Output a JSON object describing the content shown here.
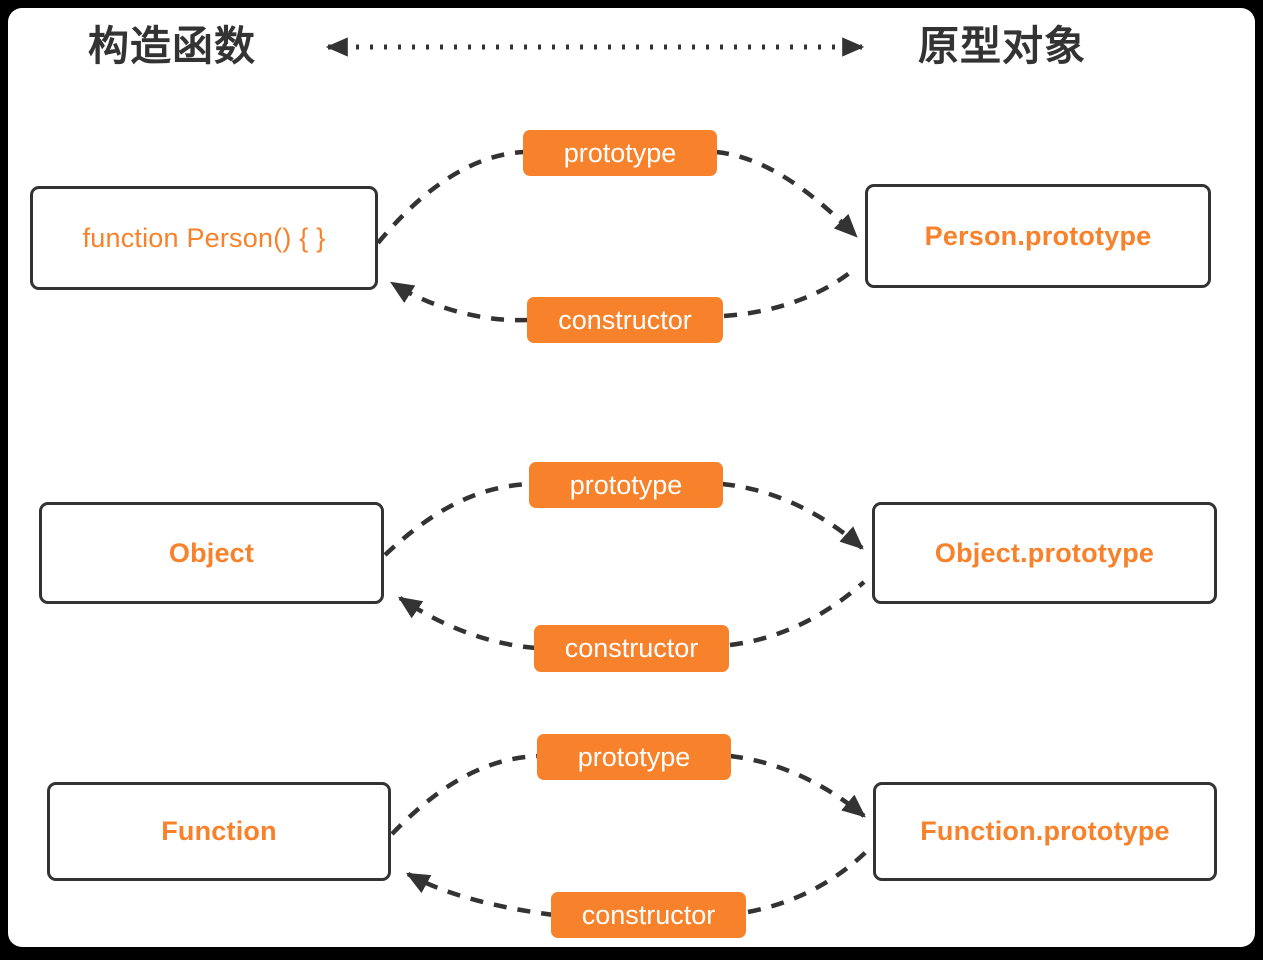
{
  "diagram": {
    "title_left": "构造函数",
    "title_right": "原型对象",
    "top_arrow": "double-headed-dotted-arrow",
    "colors": {
      "accent_orange": "#F7822B",
      "line_dark": "#333333",
      "page_background": "#FFFFFF",
      "canvas_border": "#000000"
    },
    "rows": [
      {
        "left_box": "function Person() { }",
        "right_box": "Person.prototype",
        "forward_label": "prototype",
        "backward_label": "constructor"
      },
      {
        "left_box": "Object",
        "right_box": "Object.prototype",
        "forward_label": "prototype",
        "backward_label": "constructor"
      },
      {
        "left_box": "Function",
        "right_box": "Function.prototype",
        "forward_label": "prototype",
        "backward_label": "constructor"
      }
    ]
  }
}
